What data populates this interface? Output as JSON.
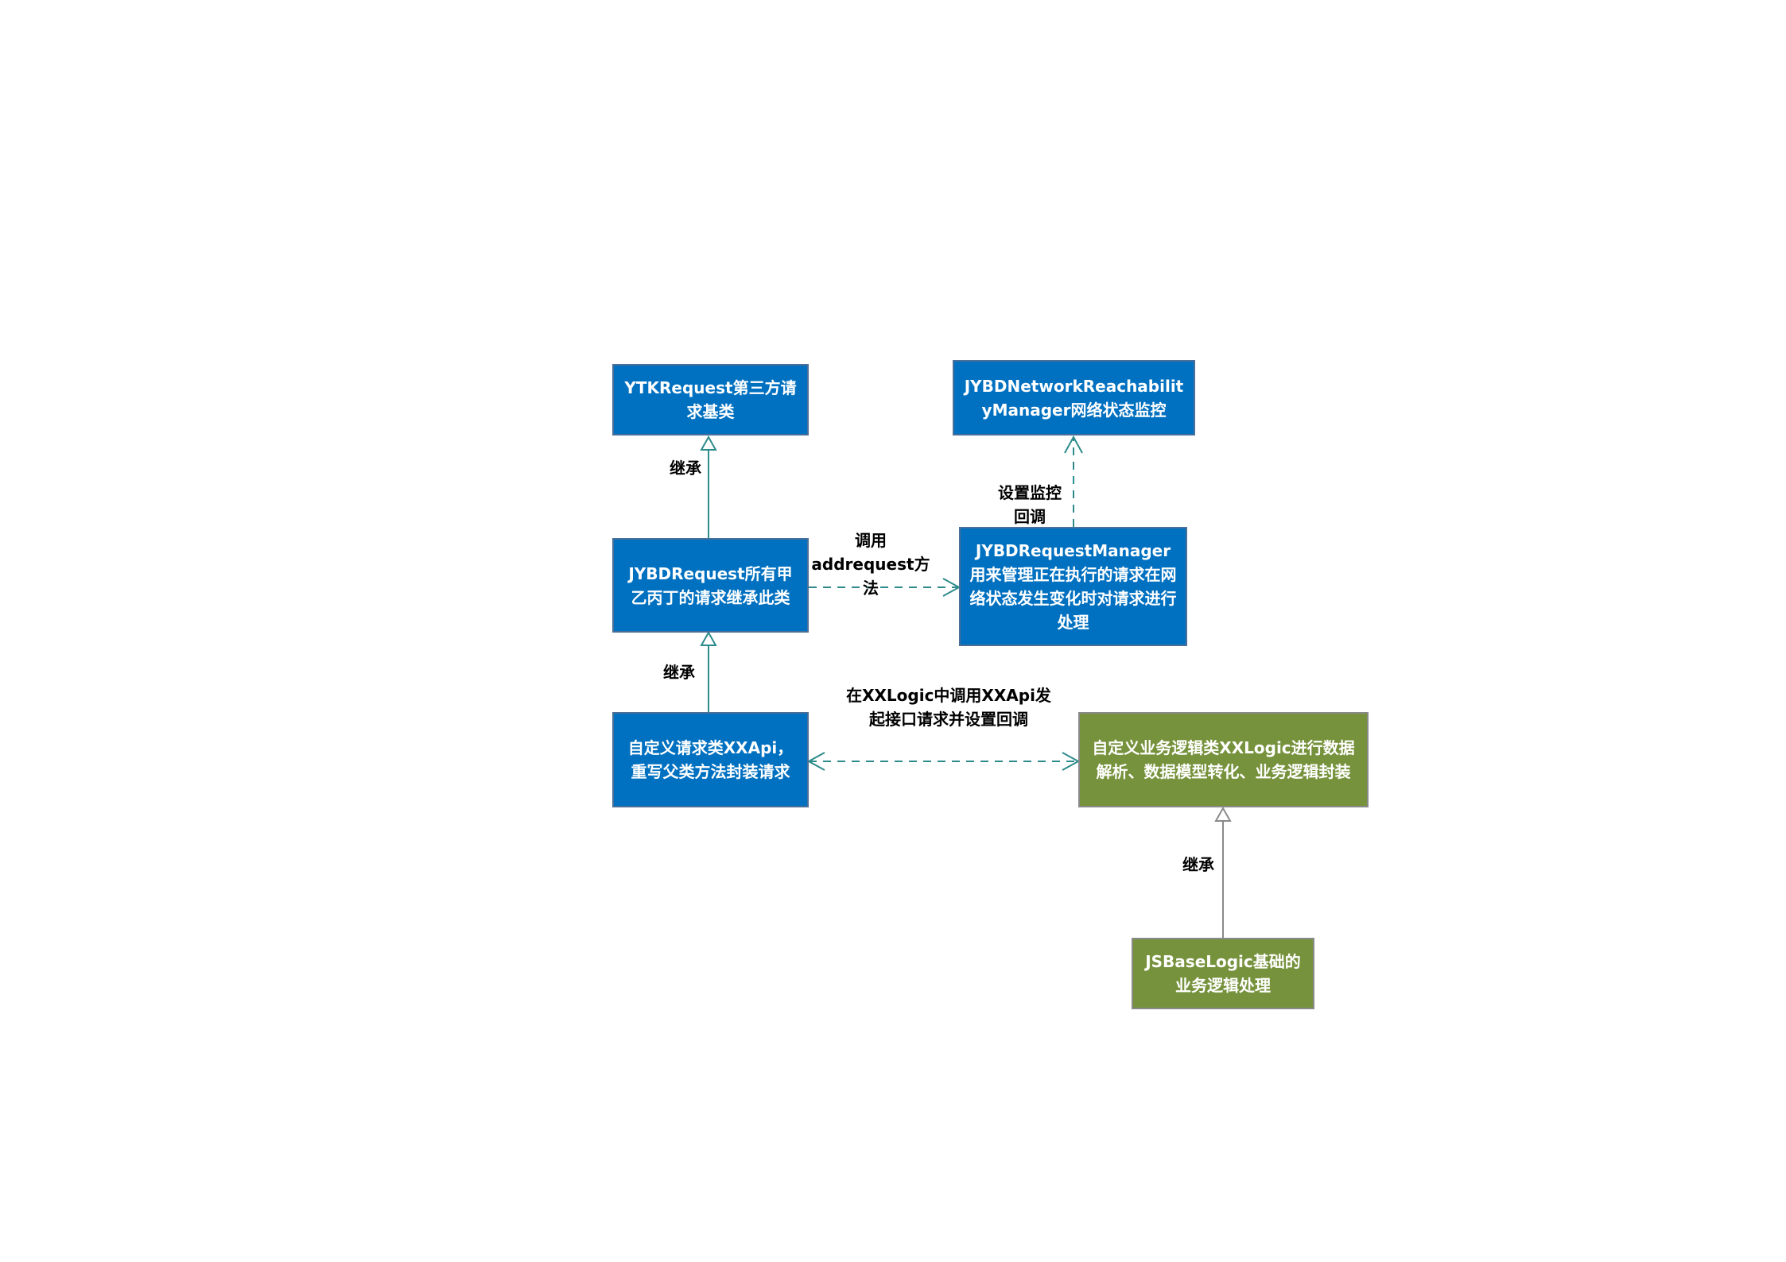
{
  "nodes": {
    "ytk_request": "YTKRequest第三方请求基类",
    "reachability_manager": "JYBDNetworkReachabilityManager网络状态监控",
    "jybd_request": "JYBDRequest所有甲乙丙丁的请求继承此类",
    "request_manager": "JYBDRequestManager用来管理正在执行的请求在网络状态发生变化时对请求进行处理",
    "xx_api": "自定义请求类XXApi，重写父类方法封装请求",
    "xx_logic": "自定义业务逻辑类XXLogic进行数据解析、数据模型转化、业务逻辑封装",
    "js_base_logic": "JSBaseLogic基础的业务逻辑处理"
  },
  "edge_labels": {
    "inherit_1": "继承",
    "inherit_2": "继承",
    "inherit_3": "继承",
    "call_add_request": "调用addrequest方法",
    "set_monitor_callback": "设置监控回调",
    "xxlogic_call_xxapi": "在XXLogic中调用XXApi发起接口请求并设置回调"
  },
  "colors": {
    "blue_node": "#0070c0",
    "green_node": "#76923c",
    "connector": "#2e8b8b",
    "inherit_line_gray": "#8a8a8a"
  }
}
